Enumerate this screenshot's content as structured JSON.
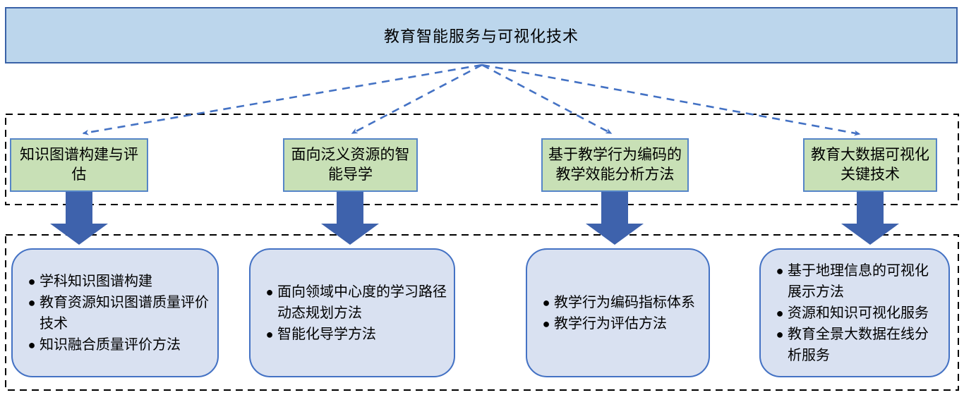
{
  "title": "教育智能服务与可视化技术",
  "columns": [
    {
      "header": "知识图谱构建与评估",
      "items": [
        "学科知识图谱构建",
        "教育资源知识图谱质量评价技术",
        "知识融合质量评价方法"
      ]
    },
    {
      "header": "面向泛义资源的智能导学",
      "items": [
        "面向领域中心度的学习路径动态规划方法",
        "智能化导学方法"
      ]
    },
    {
      "header": "基于教学行为编码的教学效能分析方法",
      "items": [
        "教学行为编码指标体系",
        "教学行为评估方法"
      ]
    },
    {
      "header": "教育大数据可视化关键技术",
      "items": [
        "基于地理信息的可视化展示方法",
        "资源和知识可视化服务",
        "教育全景大数据在线分析服务"
      ]
    }
  ],
  "colors": {
    "banner_fill": "#bcd6ec",
    "banner_border": "#3a62a8",
    "topic_fill": "#c8e0b6",
    "topic_border": "#5585c8",
    "detail_fill": "#d9e1f1",
    "detail_border": "#4472c4",
    "block_arrow_fill": "#3e62ac",
    "connector_stroke": "#4472c4",
    "frame_dash_stroke": "#000000",
    "text_color": "#000000"
  }
}
